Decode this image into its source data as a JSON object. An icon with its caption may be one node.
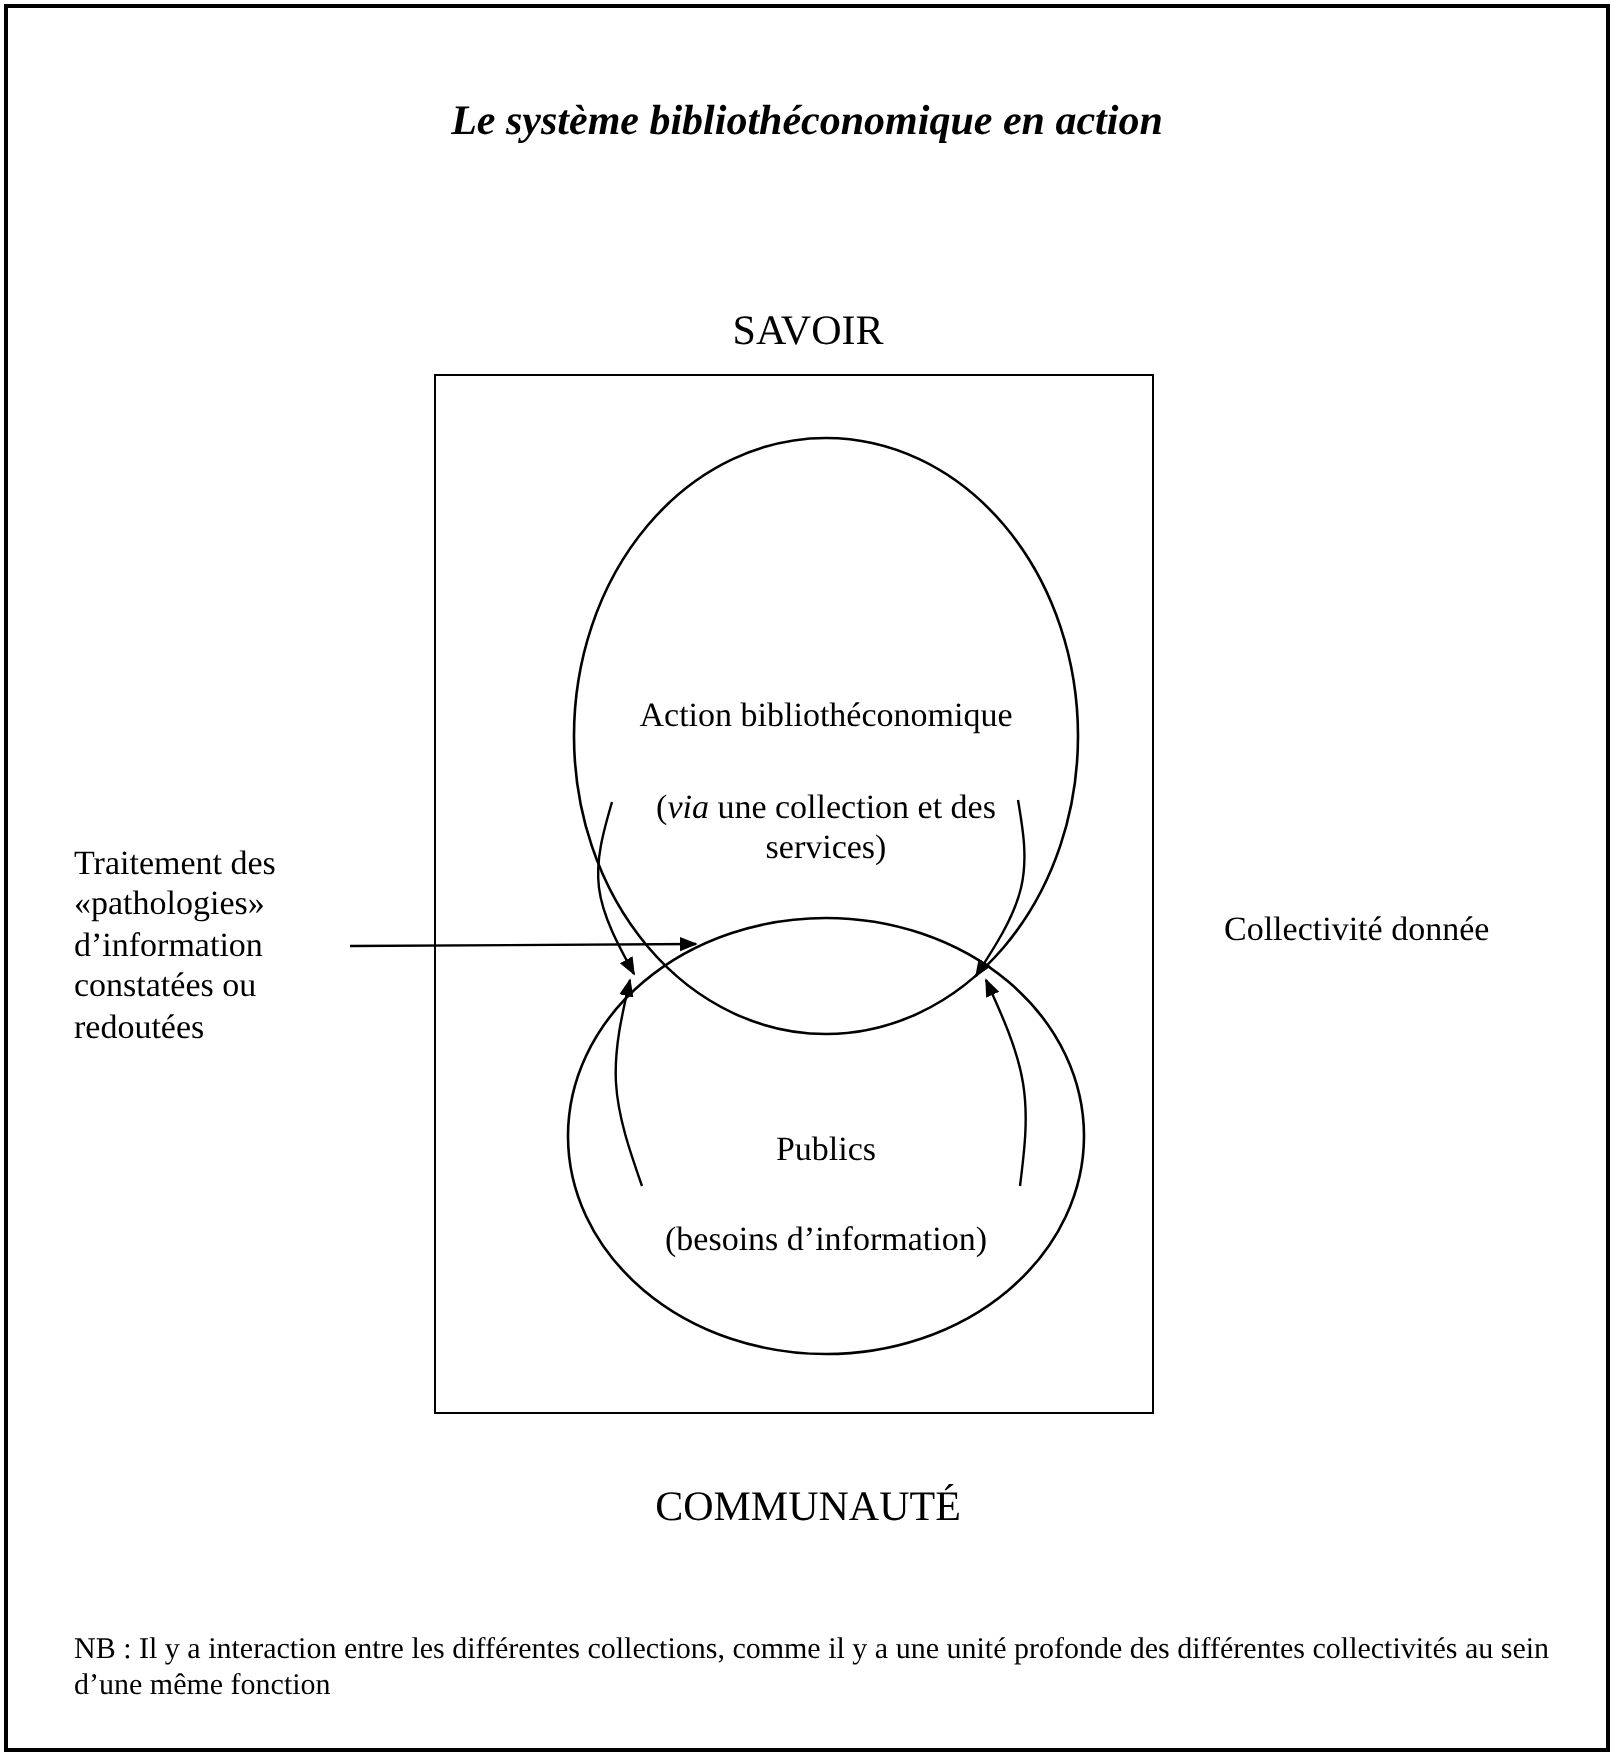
{
  "diagram": {
    "title": "Le système bibliothéconomique en action",
    "nodes": [
      {
        "text": [],
        "shape": "box"
      },
      {
        "text": [
          "Action bibliothéconomique",
          "(*via* une collection et des services)"
        ],
        "in": 0
      },
      {
        "text": [
          "Publics",
          "(besoins d’information)"
        ],
        "in": 0
      },
      {
        "text": [
          "Traitement des «pathologies» d’information constatées ou redoutées"
        ]
      }
    ],
    "edges": [
      {
        "from": 3,
        "to": 2,
        "arrow": "to"
      },
      {
        "from": 1,
        "to": 2,
        "arrow": "to"
      },
      {
        "from": 1,
        "to": 2,
        "arrow": "to"
      },
      {
        "from": 2,
        "to": 1,
        "arrow": "to"
      },
      {
        "from": 2,
        "to": 1,
        "arrow": "to"
      },
      {
        "from": 3,
        "to": 1,
        "arrow": "to"
      }
    ],
    "labels": [
      "SAVOIR",
      "Collectivité donnée",
      "COMMUNAUTÉ",
      "NB : Il y a interaction entre les différentes collections, comme il y a une unité profonde des différentes collectivités au sein d’une même fonction"
    ]
  }
}
